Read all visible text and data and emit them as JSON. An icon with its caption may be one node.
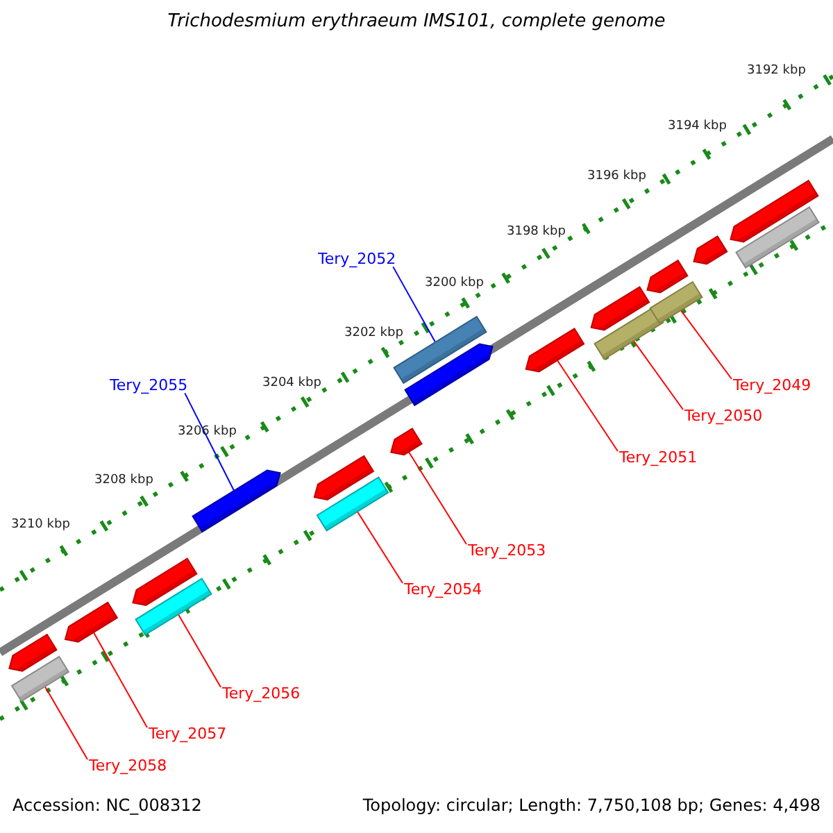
{
  "diagram": {
    "title": "Trichodesmium erythraeum IMS101, complete genome",
    "nodes": [
      {
        "text": [
          "Tery_2052"
        ]
      },
      {
        "text": [
          "Tery_2049"
        ]
      },
      {
        "text": [
          "Tery_2055"
        ]
      },
      {
        "text": [
          "Tery_2050"
        ]
      },
      {
        "text": [
          "Tery_2051"
        ]
      },
      {
        "text": [
          "Tery_2053"
        ]
      },
      {
        "text": [
          "Tery_2054"
        ]
      },
      {
        "text": [
          "Tery_2056"
        ]
      },
      {
        "text": [
          "Tery_2057"
        ]
      },
      {
        "text": [
          "Tery_2058"
        ]
      },
      {
        "text": [],
        "shape": "bar"
      },
      {
        "text": [],
        "shape": "bar"
      },
      {
        "text": [],
        "shape": "bar"
      },
      {
        "text": [],
        "shape": "bar"
      },
      {
        "text": [],
        "shape": "bar"
      },
      {
        "text": [],
        "shape": "bar"
      },
      {
        "text": [],
        "shape": "bar"
      },
      {
        "text": [],
        "shape": "bar"
      },
      {
        "text": [],
        "shape": "bar"
      },
      {
        "text": [],
        "shape": "bar"
      },
      {
        "text": [],
        "shape": "bar"
      },
      {
        "text": [],
        "shape": "bar"
      },
      {
        "text": [],
        "shape": "bar"
      },
      {
        "text": [],
        "shape": "bar"
      },
      {
        "text": [],
        "shape": "bar"
      },
      {
        "text": [],
        "shape": "bar"
      },
      {
        "text": [],
        "shape": "bar"
      },
      {
        "text": [],
        "shape": "bar"
      },
      {
        "text": [],
        "shape": "bar"
      }
    ],
    "edges": [
      {
        "from": 0,
        "to": 19,
        "arrow": "none",
        "color": "#0000ff"
      },
      {
        "from": 1,
        "to": 25,
        "arrow": "none"
      },
      {
        "from": 2,
        "to": 15,
        "arrow": "none",
        "color": "#0000ff"
      },
      {
        "from": 3,
        "to": 23,
        "arrow": "none"
      },
      {
        "from": 4,
        "to": 21,
        "arrow": "none"
      },
      {
        "from": 5,
        "to": 18,
        "arrow": "none"
      },
      {
        "from": 6,
        "to": 17,
        "arrow": "none"
      },
      {
        "from": 7,
        "to": 14,
        "arrow": "none"
      },
      {
        "from": 8,
        "to": 12,
        "arrow": "none"
      },
      {
        "from": 9,
        "to": 11,
        "arrow": "none"
      }
    ],
    "labels": [
      "3192 kbp",
      "3194 kbp",
      "3196 kbp",
      "3198 kbp",
      "3200 kbp",
      "3202 kbp",
      "3204 kbp",
      "3206 kbp",
      "3208 kbp",
      "3210 kbp",
      "Accession: NC_008312",
      "Topology: circular; Length: 7,750,108 bp; Genes: 4,498"
    ]
  }
}
